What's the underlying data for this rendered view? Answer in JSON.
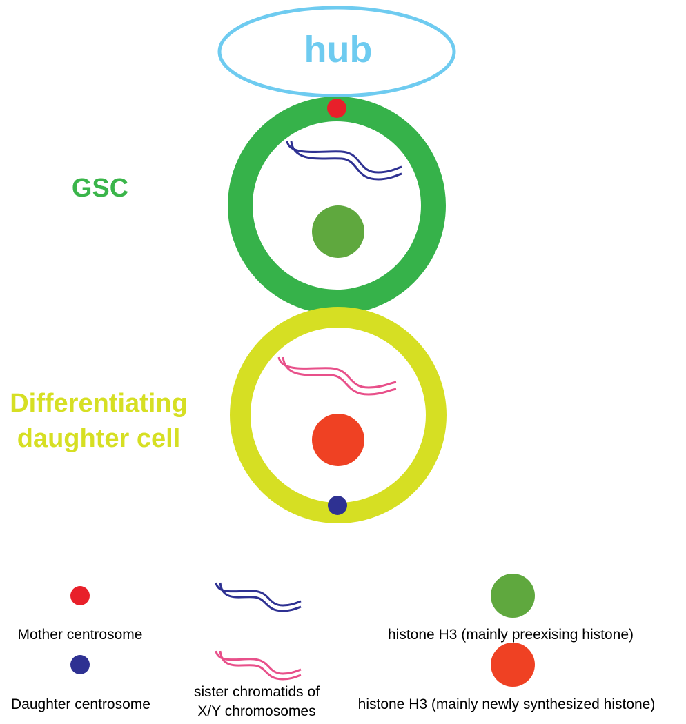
{
  "labels": {
    "hub": "hub",
    "gsc": "GSC",
    "diff_line1": "Differentiating",
    "diff_line2": "daughter cell"
  },
  "legend": {
    "mother_centrosome": "Mother centrosome",
    "daughter_centrosome": "Daughter centrosome",
    "sister_chromatids_line1": "sister chromatids of",
    "sister_chromatids_line2": "X/Y chromosomes",
    "histone_preexisting": "histone H3 (mainly preexising histone)",
    "histone_new": "histone H3 (mainly newly synthesized histone)"
  },
  "colors": {
    "hub": "#6ecbf0",
    "gsc_ring": "#36b24a",
    "gsc_label": "#3ab54a",
    "daughter_ring": "#d6df23",
    "mother_centrosome": "#e8202a",
    "daughter_centrosome": "#2e3192",
    "chromatid_gsc": "#2e3192",
    "chromatid_daughter": "#e8508a",
    "histone_old": "#5fa83e",
    "histone_new": "#ef4123"
  }
}
